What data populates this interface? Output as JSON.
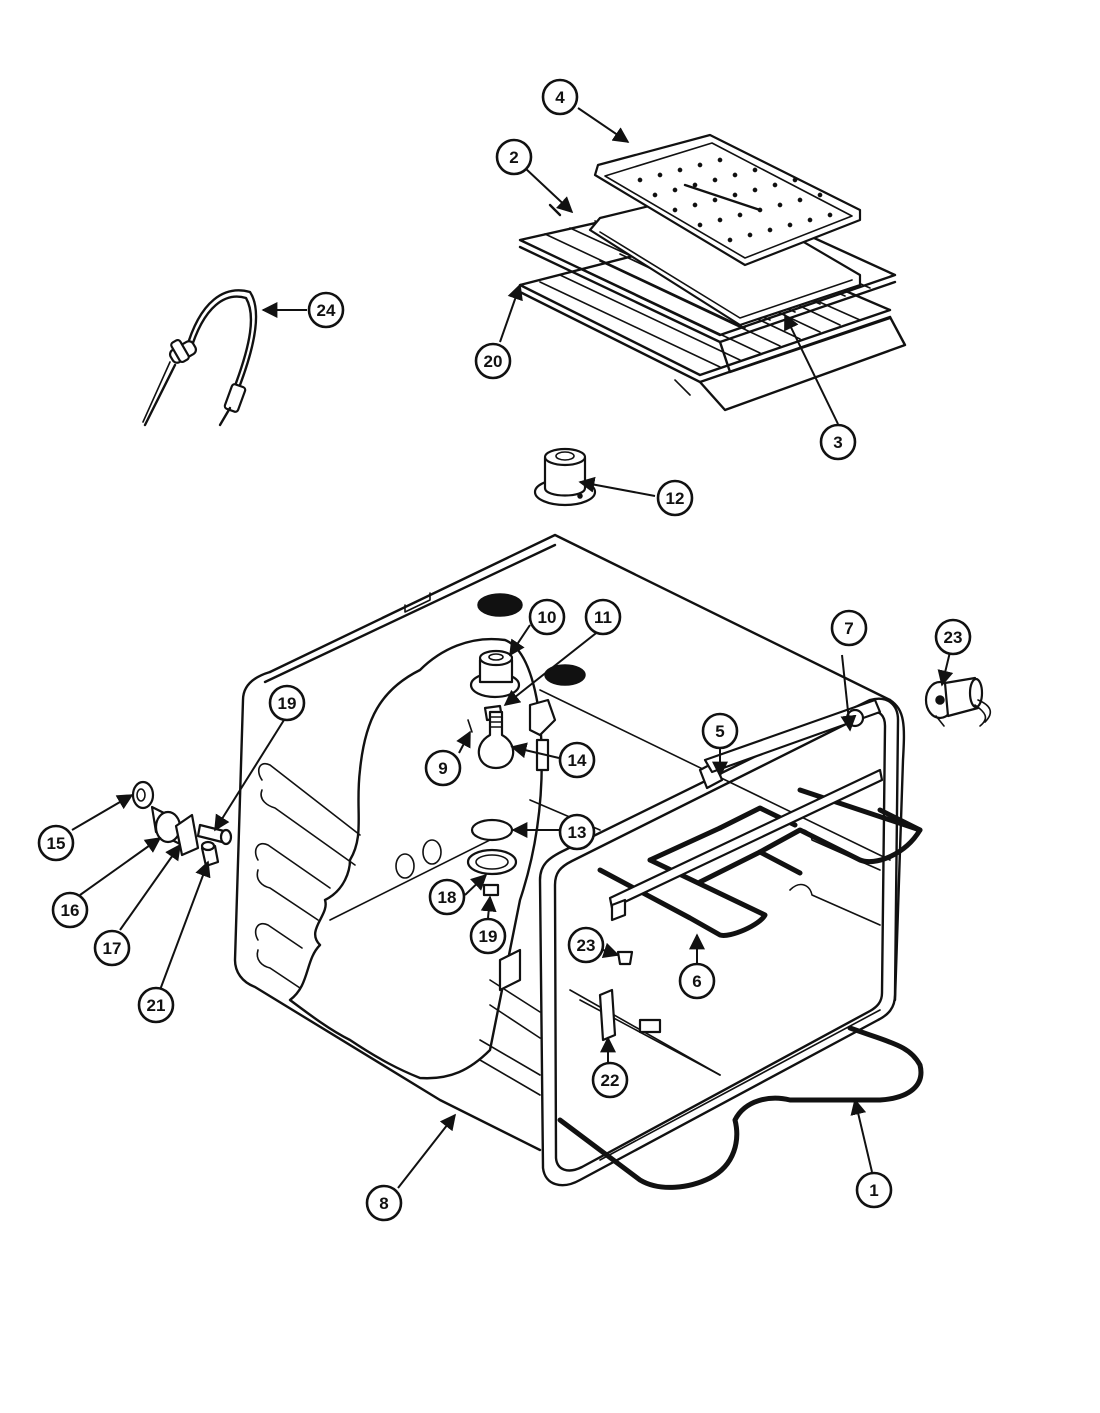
{
  "callouts": [
    {
      "id": "c1",
      "label": "1"
    },
    {
      "id": "c2",
      "label": "2"
    },
    {
      "id": "c3",
      "label": "3"
    },
    {
      "id": "c4",
      "label": "4"
    },
    {
      "id": "c5",
      "label": "5"
    },
    {
      "id": "c6",
      "label": "6"
    },
    {
      "id": "c7",
      "label": "7"
    },
    {
      "id": "c8",
      "label": "8"
    },
    {
      "id": "c9",
      "label": "9"
    },
    {
      "id": "c10",
      "label": "10"
    },
    {
      "id": "c11",
      "label": "11"
    },
    {
      "id": "c12",
      "label": "12"
    },
    {
      "id": "c13",
      "label": "13"
    },
    {
      "id": "c14",
      "label": "14"
    },
    {
      "id": "c15",
      "label": "15"
    },
    {
      "id": "c16",
      "label": "16"
    },
    {
      "id": "c17",
      "label": "17"
    },
    {
      "id": "c18",
      "label": "18"
    },
    {
      "id": "c19a",
      "label": "19"
    },
    {
      "id": "c19b",
      "label": "19"
    },
    {
      "id": "c20",
      "label": "20"
    },
    {
      "id": "c21",
      "label": "21"
    },
    {
      "id": "c22",
      "label": "22"
    },
    {
      "id": "c23a",
      "label": "23"
    },
    {
      "id": "c23b",
      "label": "23"
    },
    {
      "id": "c24",
      "label": "24"
    }
  ]
}
